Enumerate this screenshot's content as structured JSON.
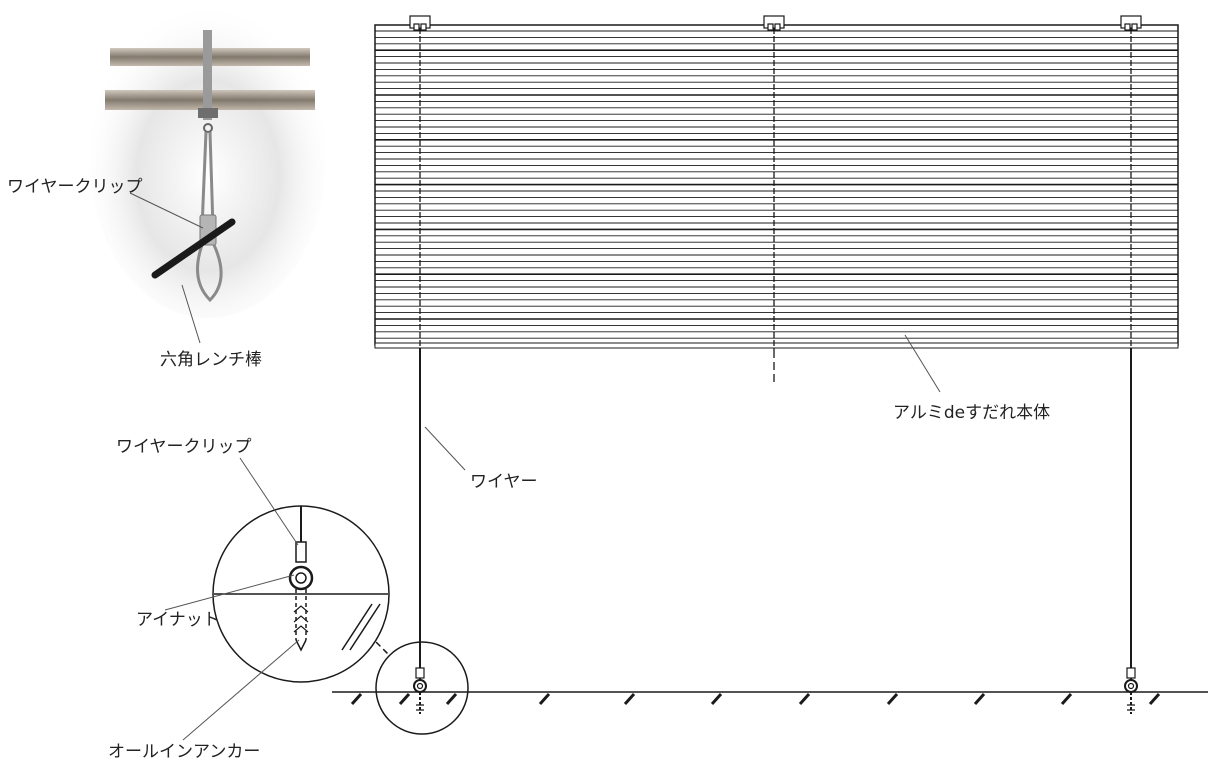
{
  "labels": {
    "wire_clip_top": "ワイヤークリップ",
    "hex_wrench": "六角レンチ棒",
    "wire_clip_detail": "ワイヤークリップ",
    "eye_nut": "アイナット",
    "all_in_anchor": "オールインアンカー",
    "wire": "ワイヤー",
    "blind_body": "アルミdeすだれ本体"
  },
  "colors": {
    "line": "#1a1a1a",
    "photo_background": "#e9e9e9",
    "wire_metal": "#8a8a8a"
  }
}
